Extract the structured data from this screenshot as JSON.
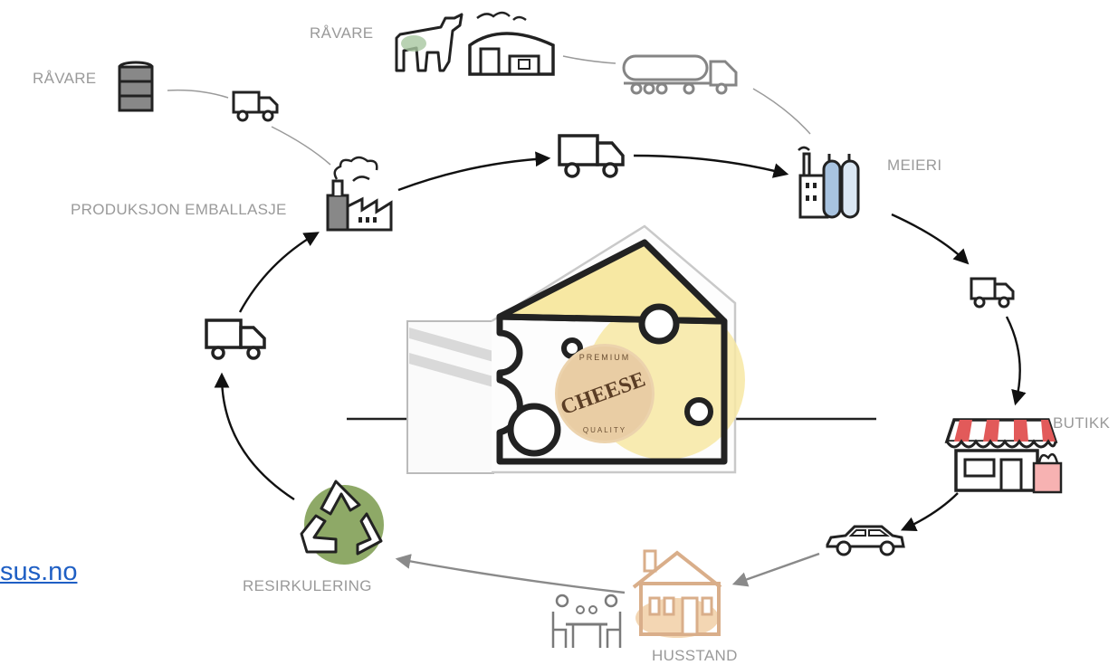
{
  "labels": {
    "ravare_left": "RÅVARE",
    "ravare_top": "RÅVARE",
    "produksjon": "PRODUKSJON EMBALLASJE",
    "meieri": "MEIERI",
    "butikk": "BUTIKK",
    "husstand": "HUSSTAND",
    "resirkulering": "RESIRKULERING"
  },
  "stamp": {
    "top_text": "PREMIUM",
    "main_text": "CHEESE",
    "bottom_text": "QUALITY"
  },
  "link": {
    "text": "sus.no"
  },
  "colors": {
    "cheese_yellow": "#f7e8a3",
    "outline": "#222222",
    "arrow_dark": "#111111",
    "arrow_light": "#8a8a8a",
    "green": "#7a9a4c",
    "orange": "#e9b472",
    "red": "#e25a5a",
    "blue": "#a8c3e0",
    "label_grey": "#9a9a9a",
    "link_blue": "#1f5fc4"
  }
}
